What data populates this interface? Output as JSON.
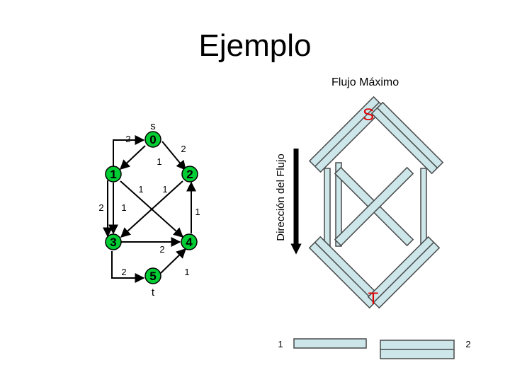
{
  "slide": {
    "title": "Ejemplo",
    "subtitle": "Flujo Máximo"
  },
  "graph": {
    "source_label": "s",
    "sink_label": "t",
    "nodes": [
      {
        "id": "0",
        "label": "0"
      },
      {
        "id": "1",
        "label": "1"
      },
      {
        "id": "2",
        "label": "2"
      },
      {
        "id": "3",
        "label": "3"
      },
      {
        "id": "4",
        "label": "4"
      },
      {
        "id": "5",
        "label": "5"
      }
    ],
    "edge_labels": {
      "n1_to_n0": "2",
      "n0_to_n1": "1",
      "n0_to_n2": "2",
      "n1_to_n4": "1",
      "n2_to_n3": "1",
      "n1_to_n3_left": "2",
      "n1_to_n3_right": "1",
      "n2_to_n4": "1",
      "n3_to_n4": "2",
      "n3_to_n5": "2",
      "n5_to_n4": "1"
    },
    "colors": {
      "node_fill": "#00cc33",
      "node_border": "#000000",
      "edge": "#000000"
    }
  },
  "pipes": {
    "flow_direction_label": "Dirección del Flujo",
    "source_label": "S",
    "sink_label": "T",
    "legend": {
      "thin_label": "1",
      "thick_label": "2"
    },
    "colors": {
      "pipe_fill": "#cce6ea",
      "pipe_edge": "#4a4a4a",
      "terminal_text": "#e00000"
    }
  }
}
